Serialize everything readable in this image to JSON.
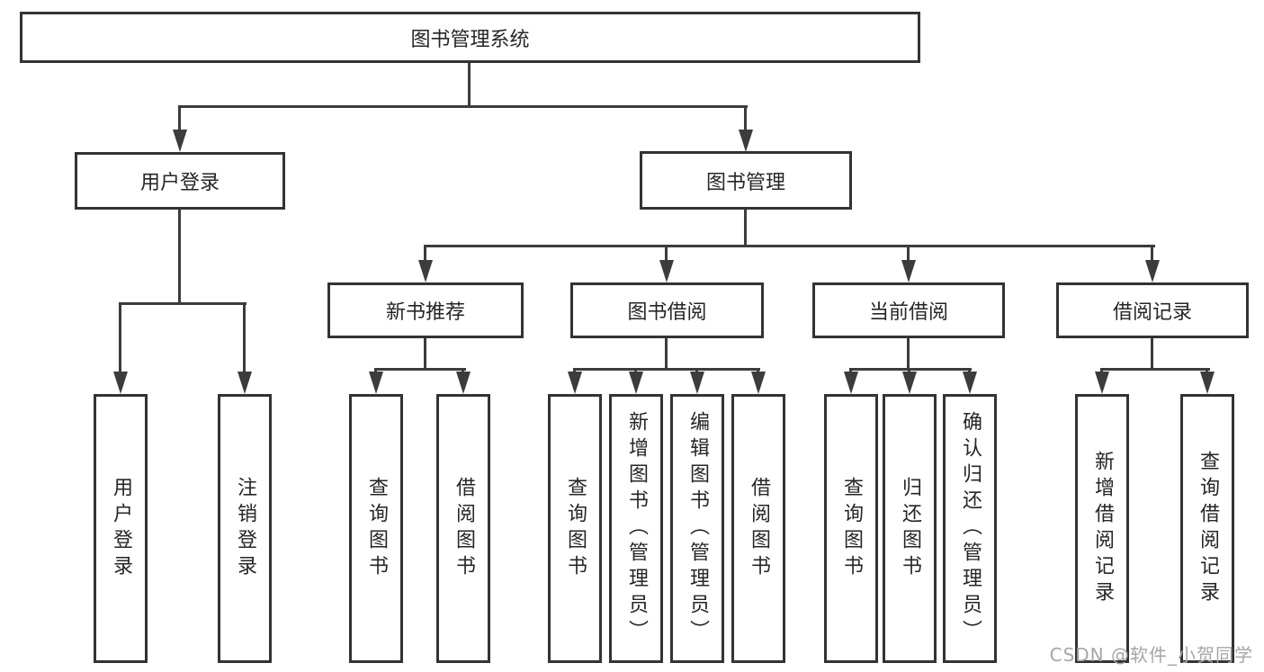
{
  "diagram": {
    "colors": {
      "background": "#ffffff",
      "border": "#333333",
      "line": "#3c3c3c",
      "text": "#262626",
      "watermark": "#a6a6a6"
    },
    "tree": {
      "root": {
        "label": "图书管理系统",
        "children": [
          {
            "label": "用户登录",
            "children": [
              {
                "label": "用户登录"
              },
              {
                "label": "注销登录"
              }
            ]
          },
          {
            "label": "图书管理",
            "children": [
              {
                "label": "新书推荐",
                "children": [
                  {
                    "label": "查询图书"
                  },
                  {
                    "label": "借阅图书"
                  }
                ]
              },
              {
                "label": "图书借阅",
                "children": [
                  {
                    "label": "查询图书"
                  },
                  {
                    "label": "新增图书（管理员）"
                  },
                  {
                    "label": "编辑图书（管理员）"
                  },
                  {
                    "label": "借阅图书"
                  }
                ]
              },
              {
                "label": "当前借阅",
                "children": [
                  {
                    "label": "查询图书"
                  },
                  {
                    "label": "归还图书"
                  },
                  {
                    "label": "确认归还（管理员）"
                  }
                ]
              },
              {
                "label": "借阅记录",
                "children": [
                  {
                    "label": "新增借阅记录"
                  },
                  {
                    "label": "查询借阅记录"
                  }
                ]
              }
            ]
          }
        ]
      }
    },
    "watermark": {
      "text": "CSDN @软件_小贺同学"
    }
  }
}
